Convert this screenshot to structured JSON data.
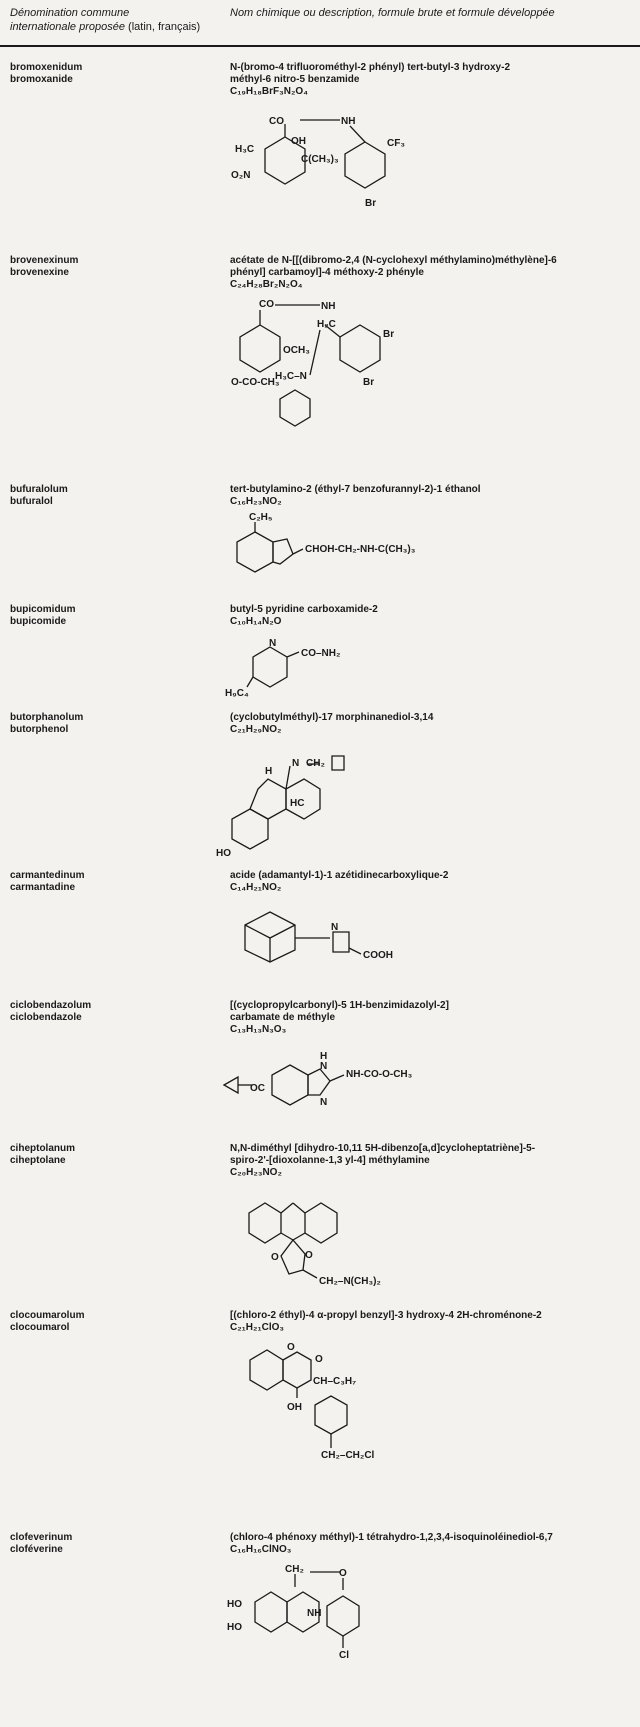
{
  "header": {
    "left_line1": "Dénomination commune",
    "left_line2_italic": "internationale proposée",
    "left_line2_plain": "(latin, français)",
    "right": "Nom chimique ou description, formule brute et formule développée"
  },
  "entries": [
    {
      "latin": "bromoxenidum",
      "french": "bromoxanide",
      "desc": [
        "N-(bromo-4 trifluorométhyl-2 phényl) tert-butyl-3 hydroxy-2",
        "méthyl-6 nitro-5 benzamide"
      ],
      "formula": "C₁₉H₁₈BrF₃N₂O₄",
      "structure_labels": [
        "CO",
        "NH",
        "H₃C",
        "OH",
        "CF₃",
        "O₂N",
        "C(CH₃)₃",
        "Br"
      ]
    },
    {
      "latin": "brovenexinum",
      "french": "brovenexine",
      "desc": [
        "acétate de N-[[(dibromo-2,4 (N-cyclohexyl méthylamino)méthylène]-6",
        "phényl] carbamoyl]-4 méthoxy-2 phényle"
      ],
      "formula": "C₂₄H₂₈Br₂N₂O₄",
      "structure_labels": [
        "CO",
        "NH",
        "H₂C",
        "Br",
        "OCH₃",
        "O-CO-CH₃",
        "Br",
        "H₃C–N"
      ]
    },
    {
      "latin": "bufuralolum",
      "french": "bufuralol",
      "desc": [
        "tert-butylamino-2 (éthyl-7 benzofurannyl-2)-1 éthanol"
      ],
      "formula": "C₁₆H₂₃NO₂",
      "structure_labels": [
        "C₂H₅",
        "CHOH-CH₂-NH-C(CH₃)₃"
      ]
    },
    {
      "latin": "bupicomidum",
      "french": "bupicomide",
      "desc": [
        "butyl-5 pyridine carboxamide-2"
      ],
      "formula": "C₁₀H₁₄N₂O",
      "structure_labels": [
        "N",
        "CO–NH₂",
        "H₉C₄"
      ]
    },
    {
      "latin": "butorphanolum",
      "french": "butorphenol",
      "desc": [
        "(cyclobutylméthyl)-17 morphinanediol-3,14"
      ],
      "formula": "C₂₁H₂₉NO₂",
      "structure_labels": [
        "N",
        "CH₂",
        "H",
        "HC",
        "HO"
      ]
    },
    {
      "latin": "carmantedinum",
      "french": "carmantadine",
      "desc": [
        "acide (adamantyl-1)-1 azétidinecarboxylique-2"
      ],
      "formula": "C₁₄H₂₁NO₂",
      "structure_labels": [
        "N",
        "COOH"
      ]
    },
    {
      "latin": "ciclobendazolum",
      "french": "ciclobendazole",
      "desc": [
        "[(cyclopropylcarbonyl)-5 1H-benzimidazolyl-2]",
        "carbamate de méthyle"
      ],
      "formula": "C₁₃H₁₃N₃O₃",
      "structure_labels": [
        "H",
        "N",
        "NH-CO-O-CH₃",
        "N",
        "OC"
      ]
    },
    {
      "latin": "ciheptolanum",
      "french": "ciheptolane",
      "desc": [
        "N,N-diméthyl [dihydro-10,11 5H-dibenzo[a,d]cycloheptatriène]-5-",
        "spiro-2'-[dioxolanne-1,3 yl-4] méthylamine"
      ],
      "formula": "C₂₀H₂₃NO₂",
      "structure_labels": [
        "O",
        "O",
        "CH₂–N(CH₃)₂"
      ]
    },
    {
      "latin": "clocoumarolum",
      "french": "clocoumarol",
      "desc": [
        "[(chloro-2 éthyl)-4 α-propyl benzyl]-3 hydroxy-4 2H-chroménone-2"
      ],
      "formula": "C₂₁H₂₁ClO₃",
      "structure_labels": [
        "O",
        "O",
        "CH–C₃H₇",
        "OH",
        "CH₂–CH₂Cl"
      ]
    },
    {
      "latin": "clofeverinum",
      "french": "cloféverine",
      "desc": [
        "(chloro-4 phénoxy méthyl)-1 tétrahydro-1,2,3,4-isoquinoléinediol-6,7"
      ],
      "formula": "C₁₆H₁₆ClNO₃",
      "structure_labels": [
        "CH₂",
        "O",
        "HO",
        "NH",
        "HO",
        "Cl"
      ]
    }
  ]
}
